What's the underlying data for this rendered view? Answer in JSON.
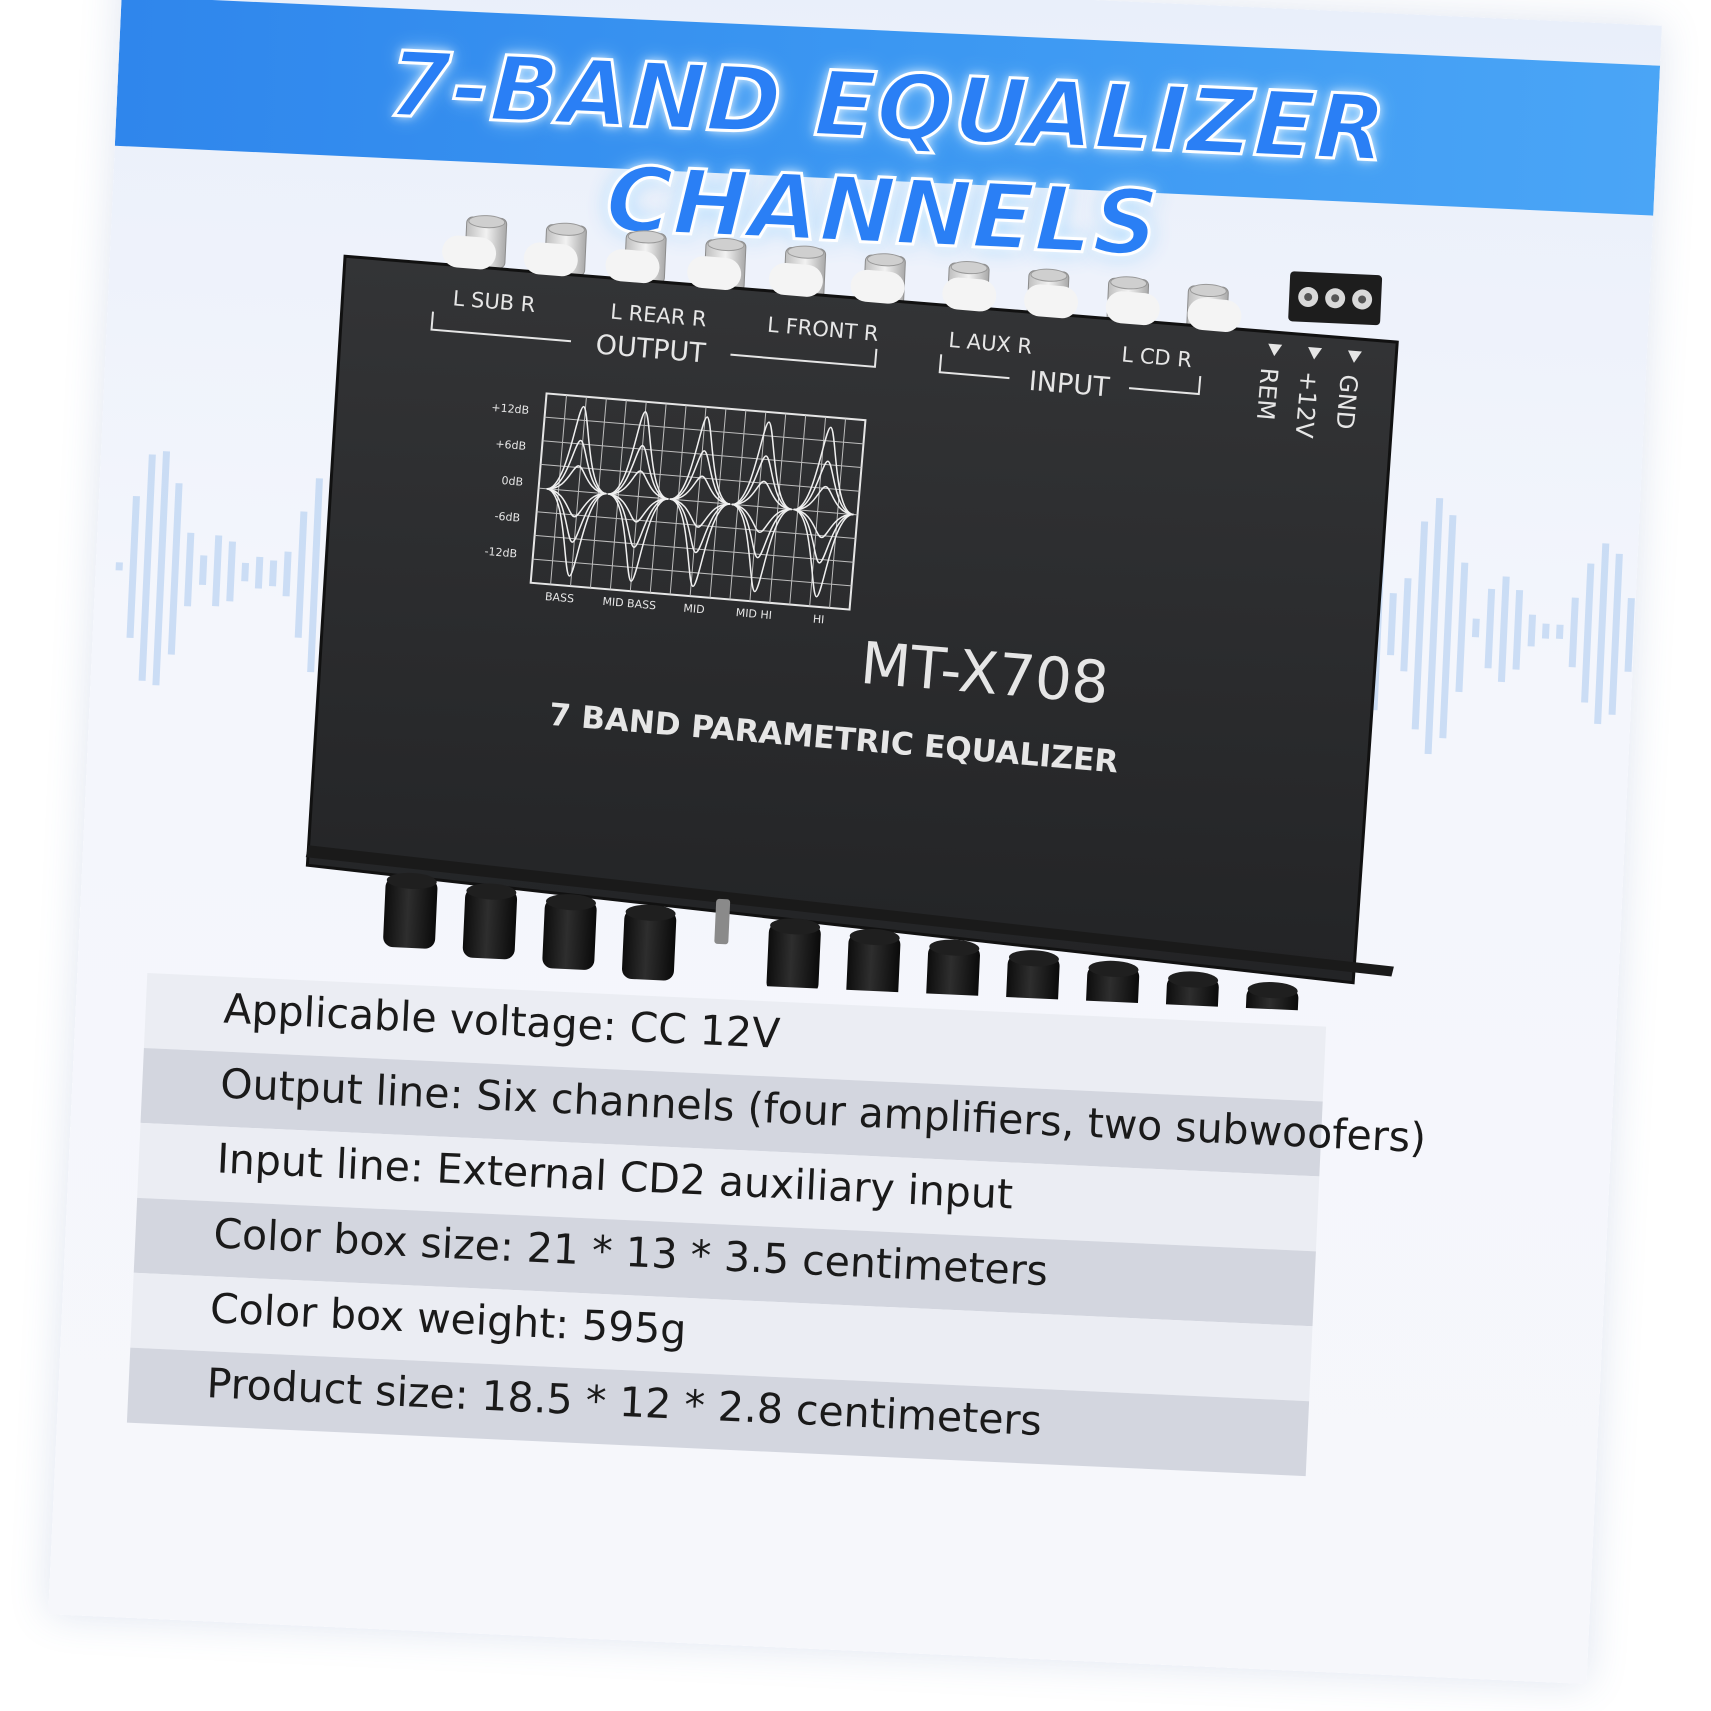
{
  "banner": {
    "title": "7-BAND EQUALIZER CHANNELS"
  },
  "device": {
    "output_labels": [
      "L SUB R",
      "L REAR R",
      "L FRONT R"
    ],
    "output_group_label": "OUTPUT",
    "input_labels": [
      "L AUX R",
      "L CD R"
    ],
    "input_group_label": "INPUT",
    "power_labels": [
      "REM",
      "+12V",
      "GND"
    ],
    "graph_db_labels": [
      "+12dB",
      "+6dB",
      "0dB",
      "-6dB",
      "-12dB"
    ],
    "graph_band_labels": [
      "BASS",
      "MID BASS",
      "MID",
      "MID HI",
      "HI"
    ],
    "model": "MT-X708",
    "subtitle": "7 BAND PARAMETRIC EQUALIZER"
  },
  "specs": [
    "Applicable voltage: CC 12V",
    "Output line: Six channels (four amplifiers, two subwoofers)",
    "Input line: External CD2 auxiliary input",
    "Color box size: 21 * 13 * 3.5 centimeters",
    "Color box weight: 595g",
    "Product size: 18.5 * 12 * 2.8 centimeters"
  ],
  "colors": {
    "banner": "#2f86ec",
    "device_body": "#2b2c2e",
    "device_print": "#e6e6e6"
  }
}
